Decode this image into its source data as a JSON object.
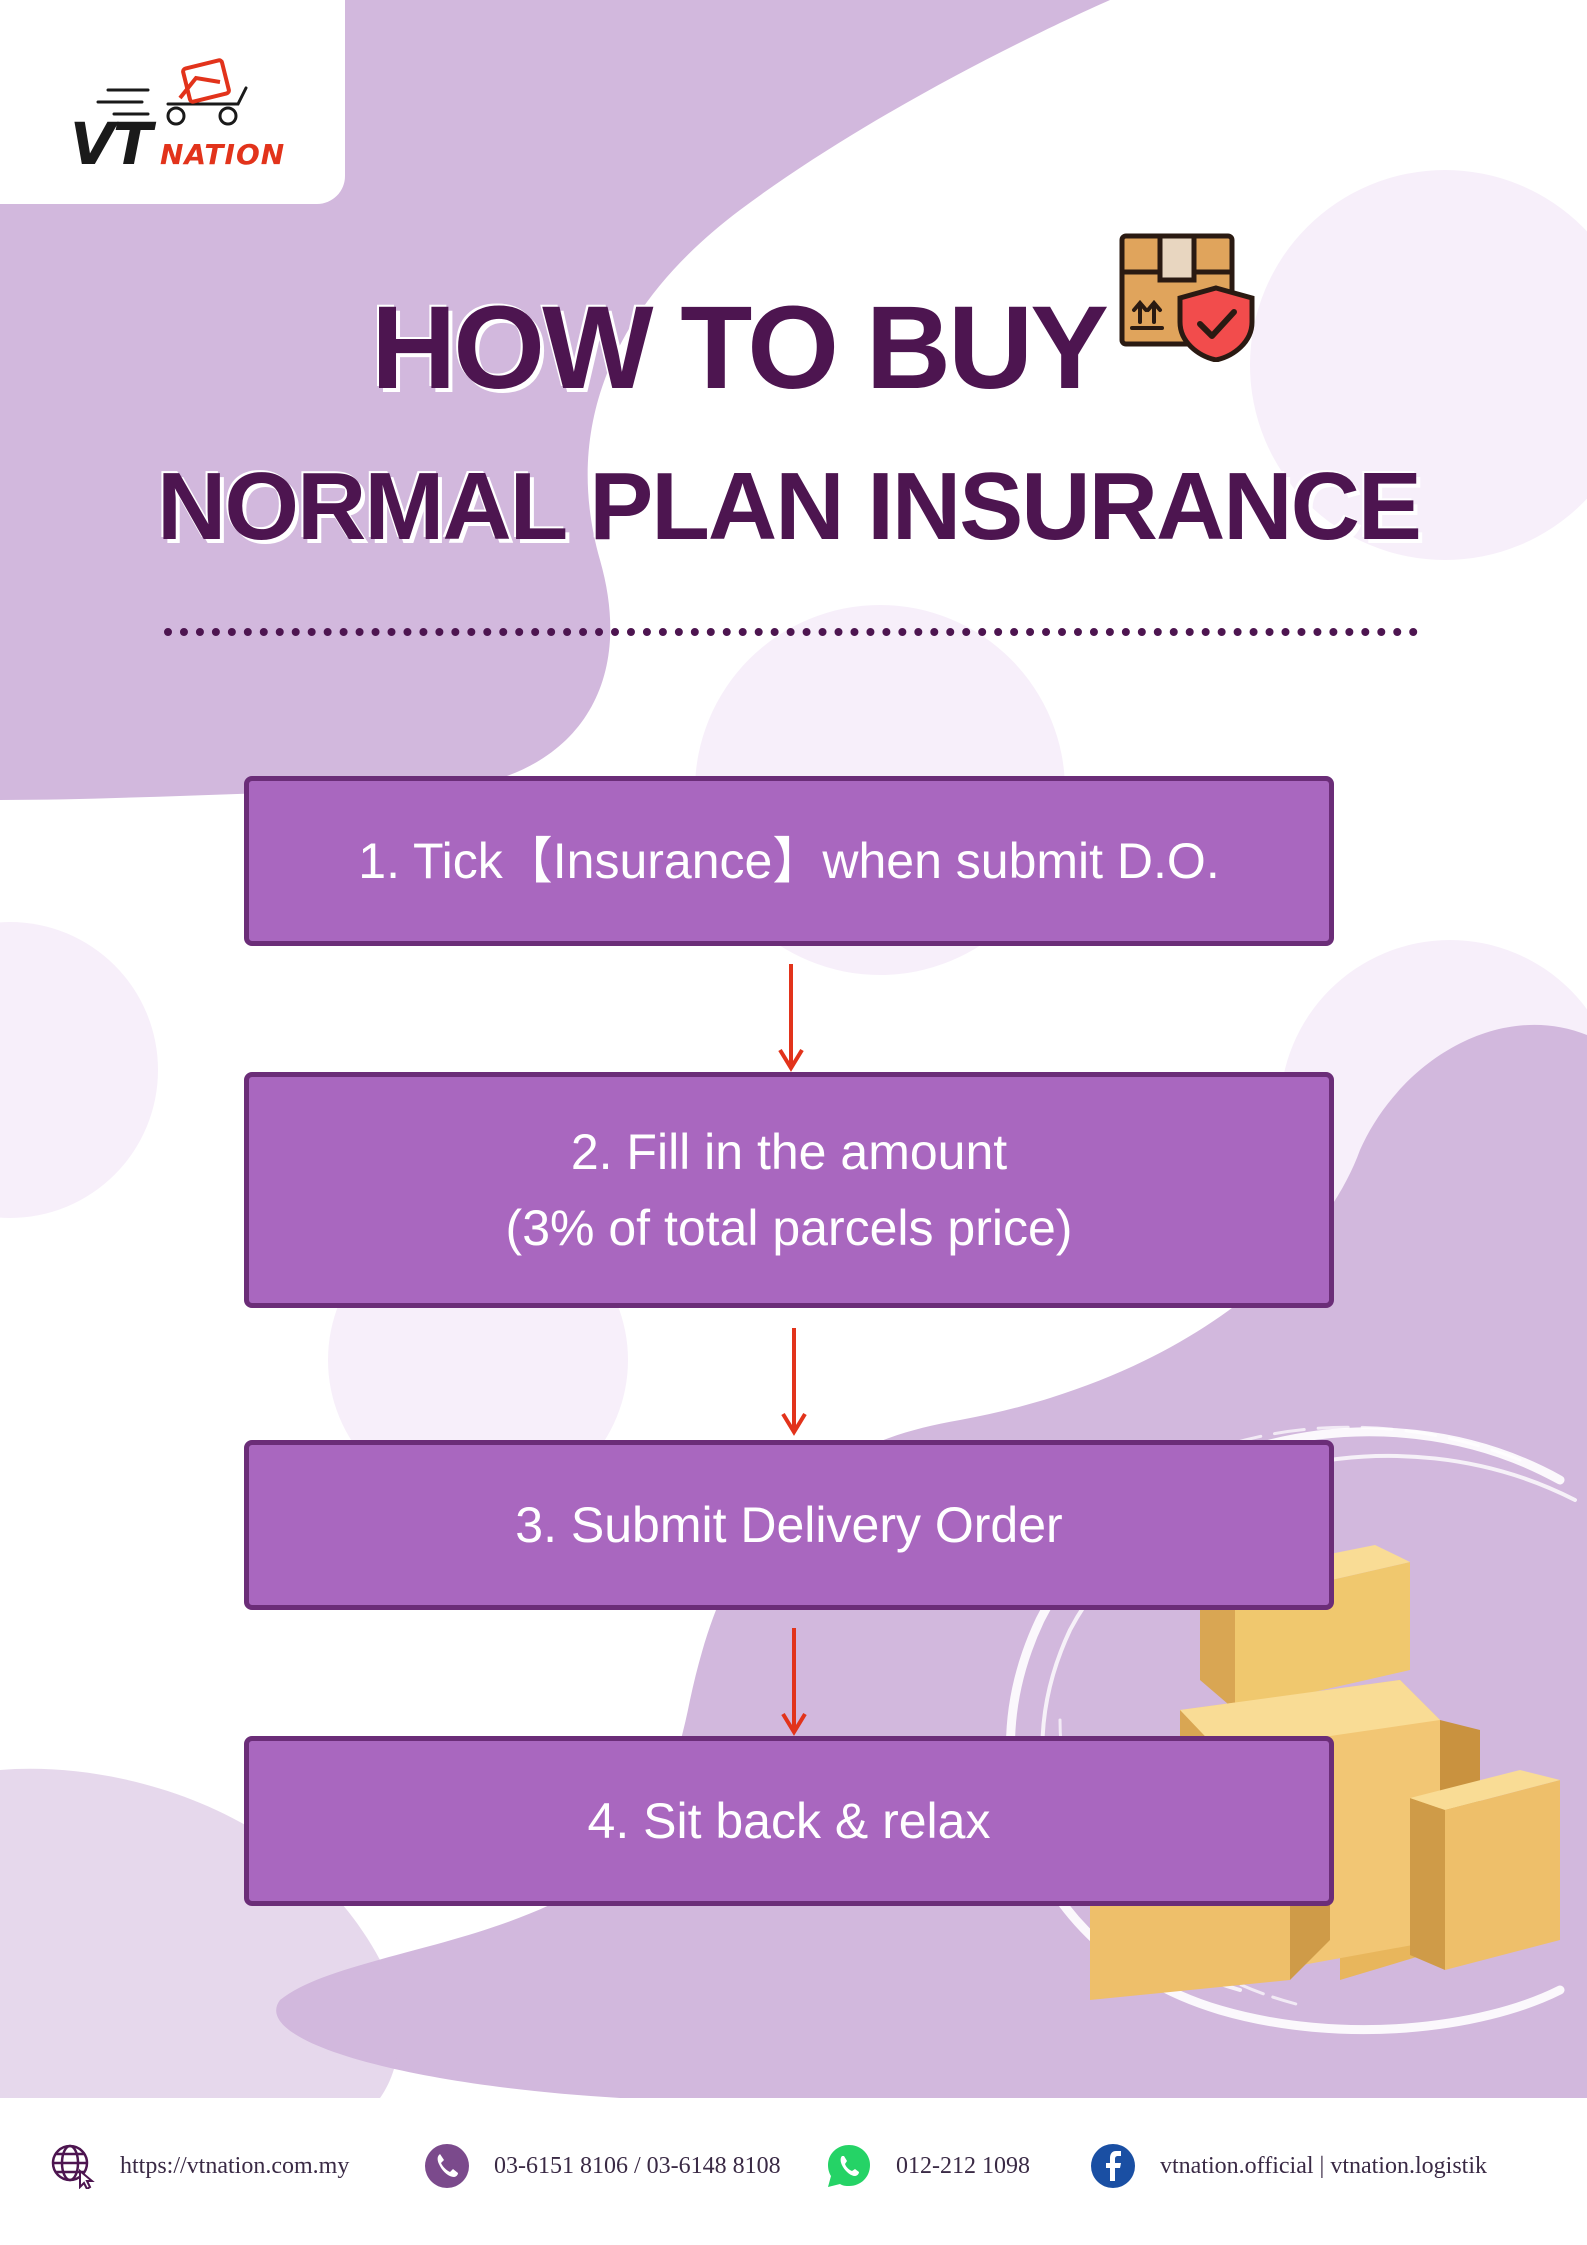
{
  "brand": {
    "logo_text_vt": "VT",
    "logo_text_nation": "NATION"
  },
  "title": {
    "line1": "HOW TO BUY",
    "line2": "NORMAL PLAN INSURANCE"
  },
  "steps": [
    {
      "lines": [
        "1. Tick【Insurance】when submit D.O."
      ]
    },
    {
      "lines": [
        "2. Fill in the amount",
        "(3% of total parcels price)"
      ]
    },
    {
      "lines": [
        "3. Submit Delivery Order"
      ]
    },
    {
      "lines": [
        "4. Sit back & relax"
      ]
    }
  ],
  "footer": {
    "website": "https://vtnation.com.my",
    "phone": "03-6151 8106 / 03-6148 8108",
    "whatsapp": "012-212 1098",
    "facebook": "vtnation.official | vtnation.logistik"
  },
  "icons": {
    "header": "insured-parcel-icon",
    "website": "globe-cursor-icon",
    "phone": "phone-icon",
    "whatsapp": "whatsapp-icon",
    "facebook": "facebook-icon"
  },
  "colors": {
    "title": "#4d1550",
    "step_fill": "#a967bf",
    "step_border": "#6b2d78",
    "arrow": "#e2331b",
    "blob_dark": "#d2b8dd",
    "blob_light": "#f7effa"
  }
}
